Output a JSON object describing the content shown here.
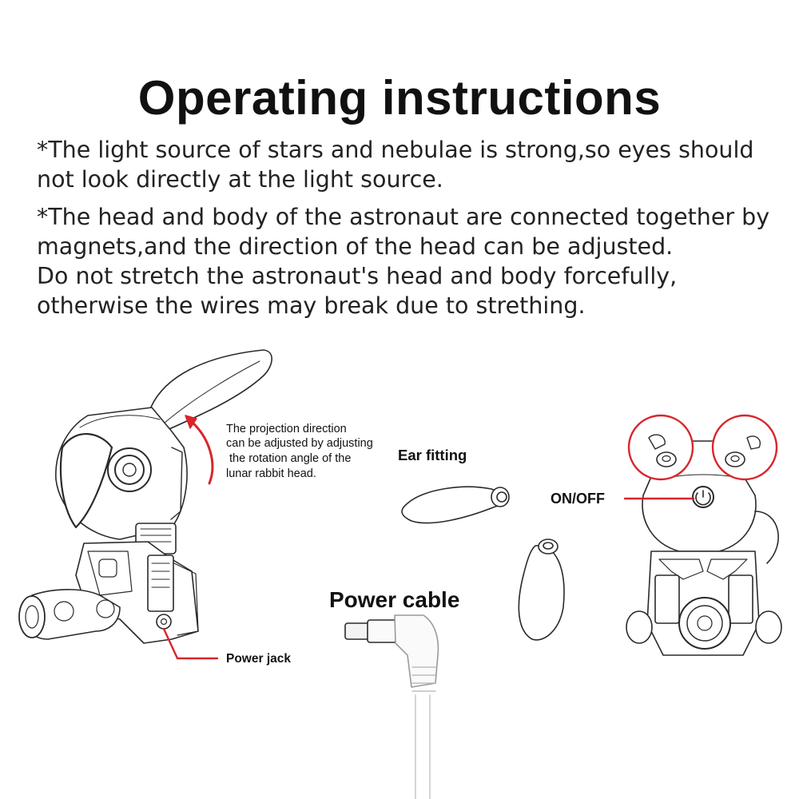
{
  "title": "Operating instructions",
  "warning_1": {
    "lines": [
      "*The light source of stars and nebulae is strong,so eyes should",
      "not look directly at the light source."
    ]
  },
  "warning_2": {
    "lines": [
      "*The head and body of the astronaut are connected together by",
      "magnets,and the direction of the head can be adjusted.",
      "Do not stretch the astronaut's head and body forcefully,",
      "otherwise the wires may break due to strething."
    ]
  },
  "callouts": {
    "projection_note": [
      "The projection direction",
      "can be adjusted by adjusting",
      " the rotation angle of the",
      "lunar rabbit head."
    ],
    "ear_fitting": "Ear fitting",
    "on_off": "ON/OFF",
    "power_cable": "Power cable",
    "power_jack": "Power jack"
  },
  "colors": {
    "accent": "#d8262b",
    "line_art": "#2a2a2a"
  }
}
